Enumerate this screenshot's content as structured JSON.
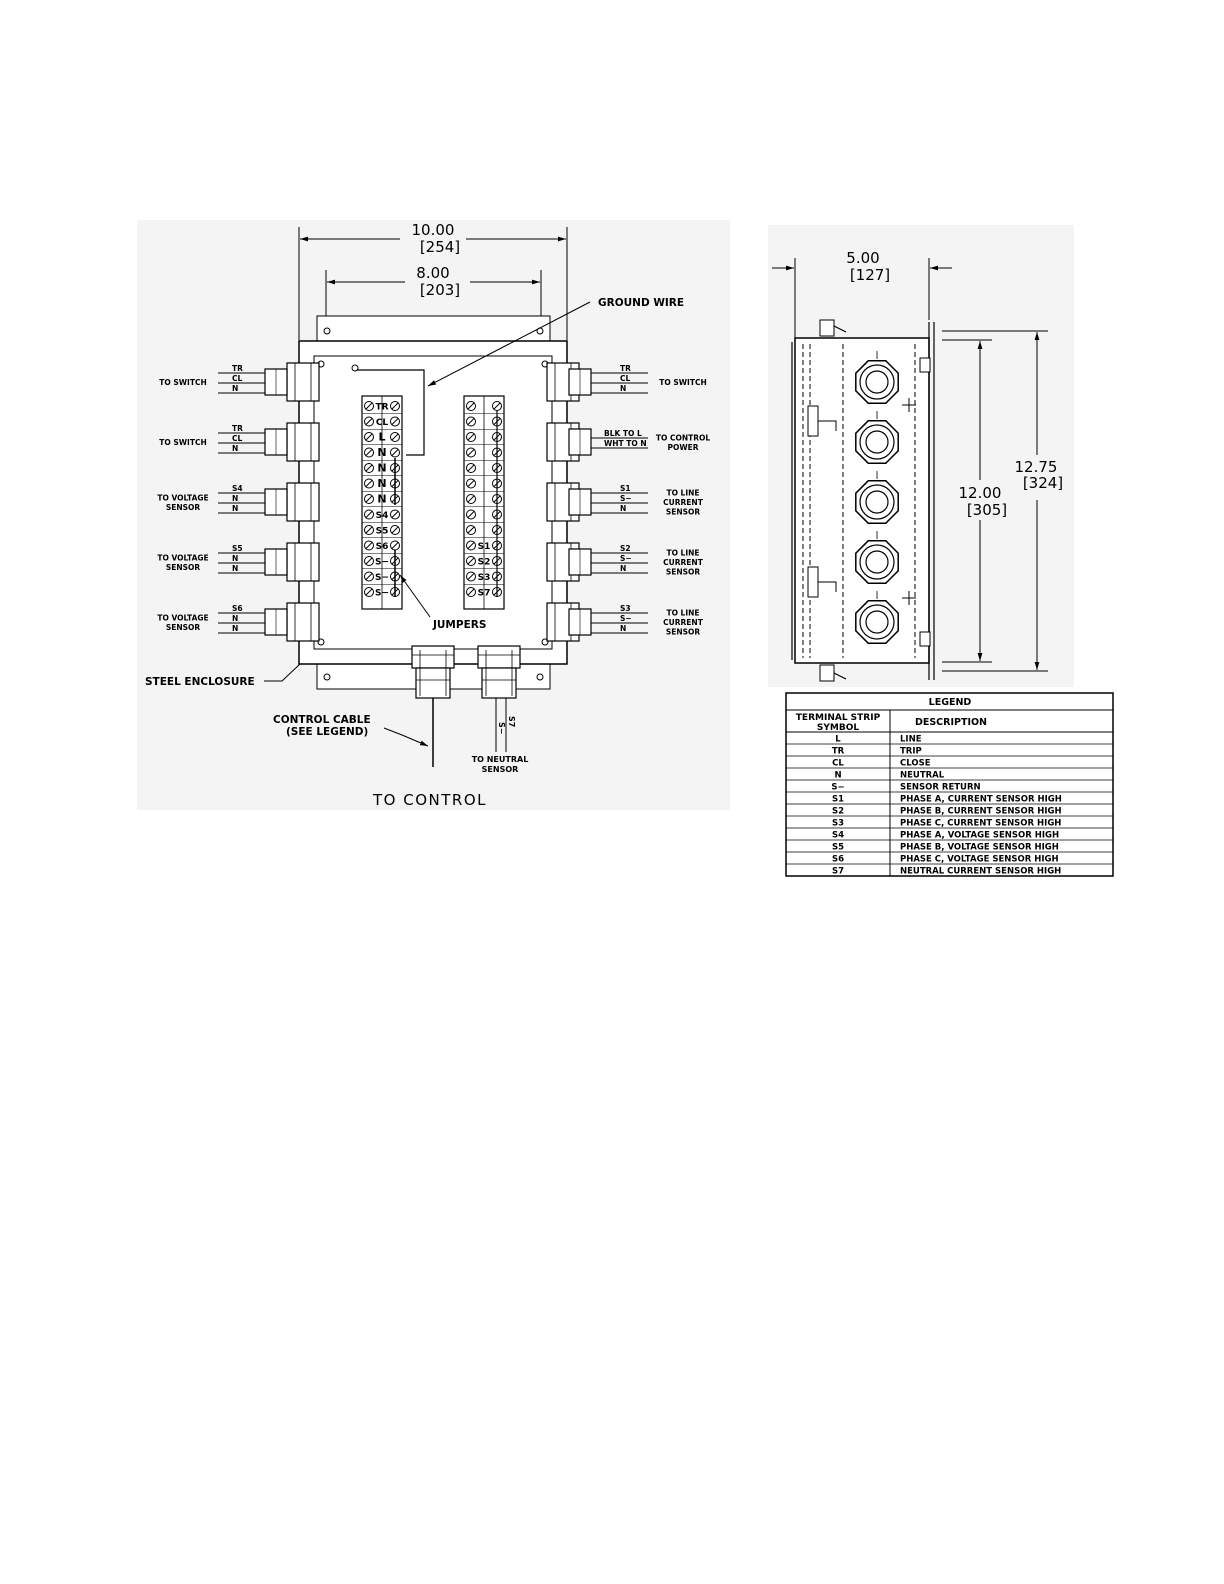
{
  "front_view": {
    "dim_outer": {
      "value": "10.00",
      "metric": "[254]"
    },
    "dim_inner": {
      "value": "8.00",
      "metric": "[203]"
    },
    "ground_wire": "GROUND WIRE",
    "jumpers": "JUMPERS",
    "steel_enclosure": "STEEL ENCLOSURE",
    "control_cable_1": "CONTROL CABLE",
    "control_cable_2": "(SEE LEGEND)",
    "to_control": "TO CONTROL",
    "to_neutral_1": "TO NEUTRAL",
    "to_neutral_2": "SENSOR",
    "neutral_wires": [
      "S−",
      "S7"
    ],
    "left_strip": [
      "TR",
      "CL",
      "L",
      "N",
      "N",
      "N",
      "N",
      "S4",
      "S5",
      "S6",
      "S−",
      "S−",
      "S−"
    ],
    "right_strip": [
      "",
      "",
      "",
      "",
      "",
      "",
      "",
      "",
      "",
      "S1",
      "S2",
      "S3",
      "S7"
    ],
    "left_connectors": [
      {
        "wires": [
          "TR",
          "CL",
          "N"
        ],
        "label": [
          "TO SWITCH"
        ]
      },
      {
        "wires": [
          "TR",
          "CL",
          "N"
        ],
        "label": [
          "TO SWITCH"
        ]
      },
      {
        "wires": [
          "S4",
          "N",
          "N"
        ],
        "label": [
          "TO VOLTAGE",
          "SENSOR"
        ]
      },
      {
        "wires": [
          "S5",
          "N",
          "N"
        ],
        "label": [
          "TO VOLTAGE",
          "SENSOR"
        ]
      },
      {
        "wires": [
          "S6",
          "N",
          "N"
        ],
        "label": [
          "TO VOLTAGE",
          "SENSOR"
        ]
      }
    ],
    "right_connectors": [
      {
        "wires": [
          "TR",
          "CL",
          "N"
        ],
        "label": [
          "TO SWITCH"
        ]
      },
      {
        "wires": [
          "BLK TO L",
          "WHT TO N"
        ],
        "label": [
          "TO CONTROL",
          "POWER"
        ]
      },
      {
        "wires": [
          "S1",
          "S−",
          "N"
        ],
        "label": [
          "TO LINE",
          "CURRENT",
          "SENSOR"
        ]
      },
      {
        "wires": [
          "S2",
          "S−",
          "N"
        ],
        "label": [
          "TO LINE",
          "CURRENT",
          "SENSOR"
        ]
      },
      {
        "wires": [
          "S3",
          "S−",
          "N"
        ],
        "label": [
          "TO LINE",
          "CURRENT",
          "SENSOR"
        ]
      }
    ]
  },
  "side_view": {
    "dim_depth": {
      "value": "5.00",
      "metric": "[127]"
    },
    "dim_height_outer": {
      "value": "12.75",
      "metric": "[324]"
    },
    "dim_height_inner": {
      "value": "12.00",
      "metric": "[305]"
    }
  },
  "legend": {
    "title": "LEGEND",
    "col1_line1": "TERMINAL STRIP",
    "col1_line2": "SYMBOL",
    "col2": "DESCRIPTION",
    "rows": [
      {
        "symbol": "L",
        "description": "LINE"
      },
      {
        "symbol": "TR",
        "description": "TRIP"
      },
      {
        "symbol": "CL",
        "description": "CLOSE"
      },
      {
        "symbol": "N",
        "description": "NEUTRAL"
      },
      {
        "symbol": "S−",
        "description": "SENSOR RETURN"
      },
      {
        "symbol": "S1",
        "description": "PHASE A, CURRENT SENSOR HIGH"
      },
      {
        "symbol": "S2",
        "description": "PHASE B, CURRENT SENSOR HIGH"
      },
      {
        "symbol": "S3",
        "description": "PHASE C, CURRENT SENSOR HIGH"
      },
      {
        "symbol": "S4",
        "description": "PHASE A, VOLTAGE SENSOR HIGH"
      },
      {
        "symbol": "S5",
        "description": "PHASE B, VOLTAGE SENSOR HIGH"
      },
      {
        "symbol": "S6",
        "description": "PHASE C, VOLTAGE SENSOR HIGH"
      },
      {
        "symbol": "S7",
        "description": "NEUTRAL CURRENT SENSOR HIGH"
      }
    ]
  }
}
